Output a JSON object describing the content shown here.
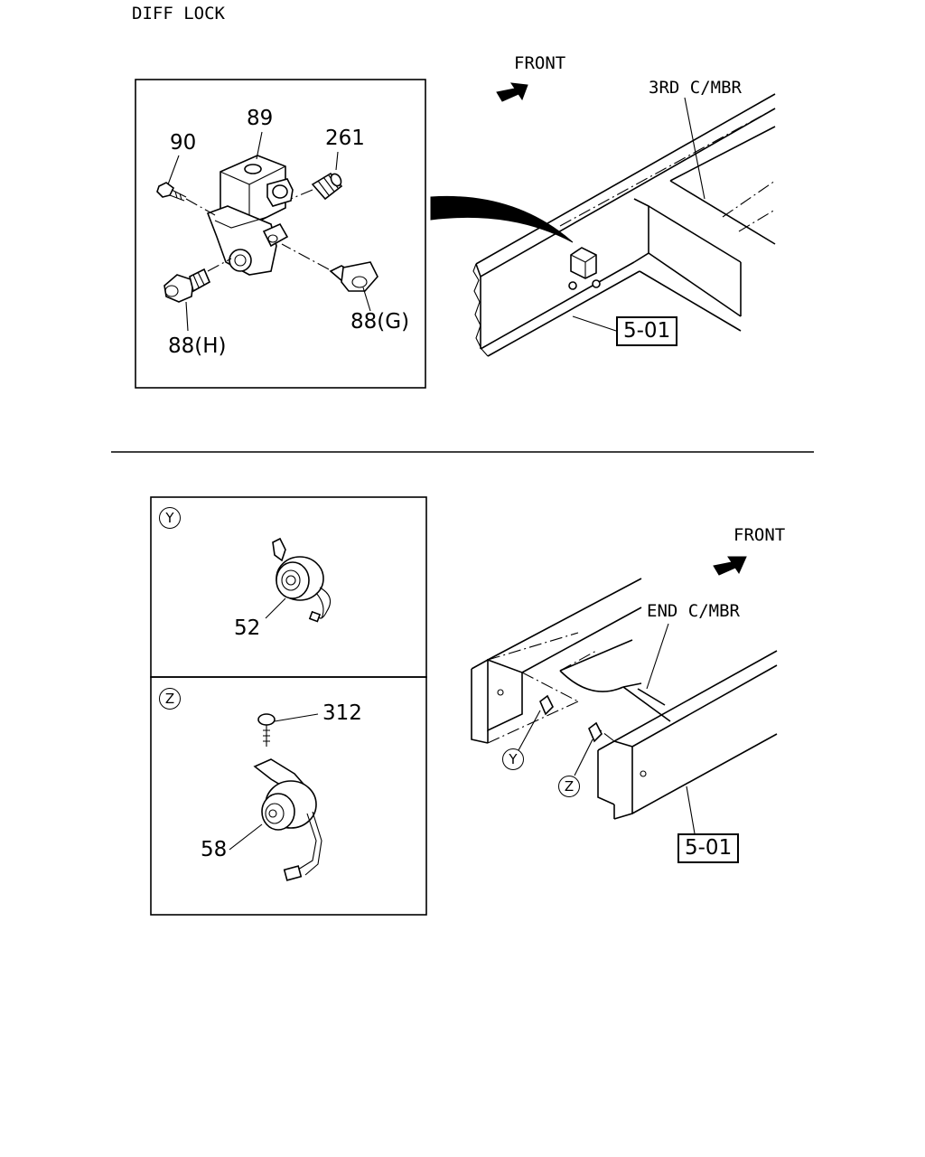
{
  "title": "DIFF LOCK",
  "top_section": {
    "front_label": "FRONT",
    "member_label": "3RD C/MBR",
    "ref_box": "5-01",
    "detail_parts": {
      "p89": "89",
      "p90": "90",
      "p261": "261",
      "p88g": "88(G)",
      "p88h": "88(H)"
    }
  },
  "bottom_section": {
    "front_label": "FRONT",
    "member_label": "END C/MBR",
    "ref_box": "5-01",
    "view_y": {
      "marker": "Y",
      "part": "52"
    },
    "view_z": {
      "marker": "Z",
      "part_screw": "312",
      "part_switch": "58"
    },
    "callout_y": "Y",
    "callout_z": "Z"
  },
  "icons": {
    "front_arrow": "arrow-northeast-icon"
  }
}
